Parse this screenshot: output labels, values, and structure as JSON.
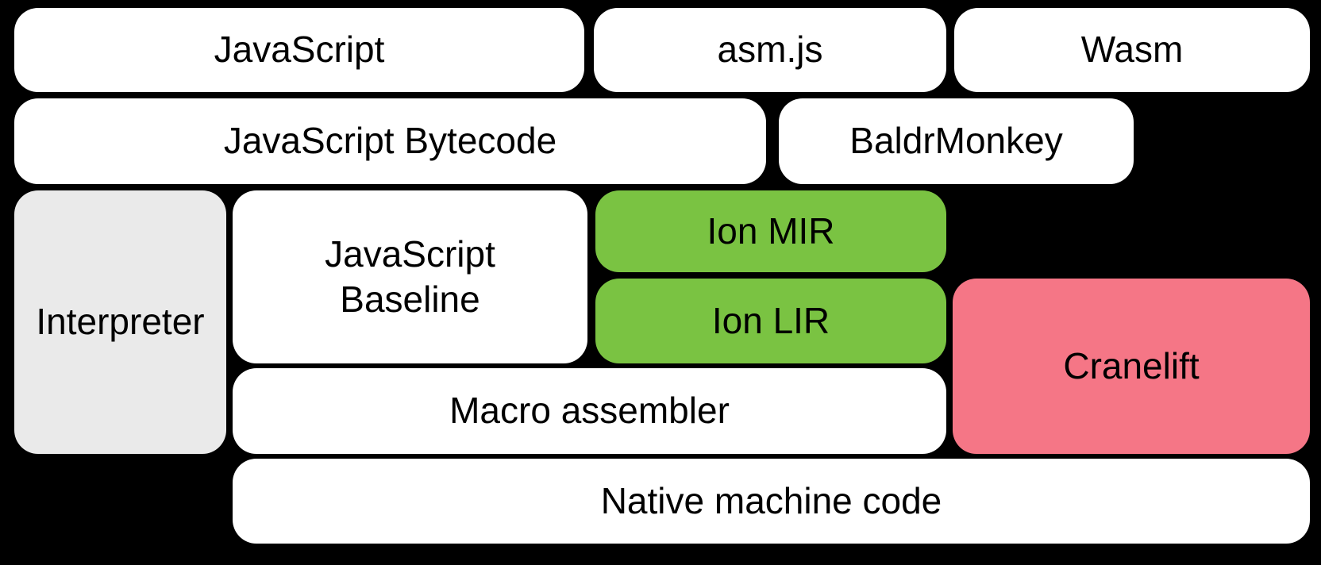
{
  "diagram": {
    "background": "#000000",
    "text_color": "#000000",
    "colors": {
      "default_box": "#ffffff",
      "interpreter_box": "#eaeaea",
      "ion_box": "#7ac342",
      "cranelift_box": "#f57686"
    },
    "nodes": {
      "javascript": {
        "label": "JavaScript",
        "color": "#ffffff"
      },
      "asmjs": {
        "label": "asm.js",
        "color": "#ffffff"
      },
      "wasm": {
        "label": "Wasm",
        "color": "#ffffff"
      },
      "js_bytecode": {
        "label": "JavaScript Bytecode",
        "color": "#ffffff"
      },
      "baldrmonkey": {
        "label": "BaldrMonkey",
        "color": "#ffffff"
      },
      "interpreter": {
        "label": "Interpreter",
        "color": "#eaeaea"
      },
      "js_baseline": {
        "label": "JavaScript Baseline",
        "color": "#ffffff"
      },
      "ion_mir": {
        "label": "Ion MIR",
        "color": "#7ac342"
      },
      "ion_lir": {
        "label": "Ion LIR",
        "color": "#7ac342"
      },
      "cranelift": {
        "label": "Cranelift",
        "color": "#f57686"
      },
      "macro_assembler": {
        "label": "Macro assembler",
        "color": "#ffffff"
      },
      "native_code": {
        "label": "Native machine code",
        "color": "#ffffff"
      }
    }
  }
}
